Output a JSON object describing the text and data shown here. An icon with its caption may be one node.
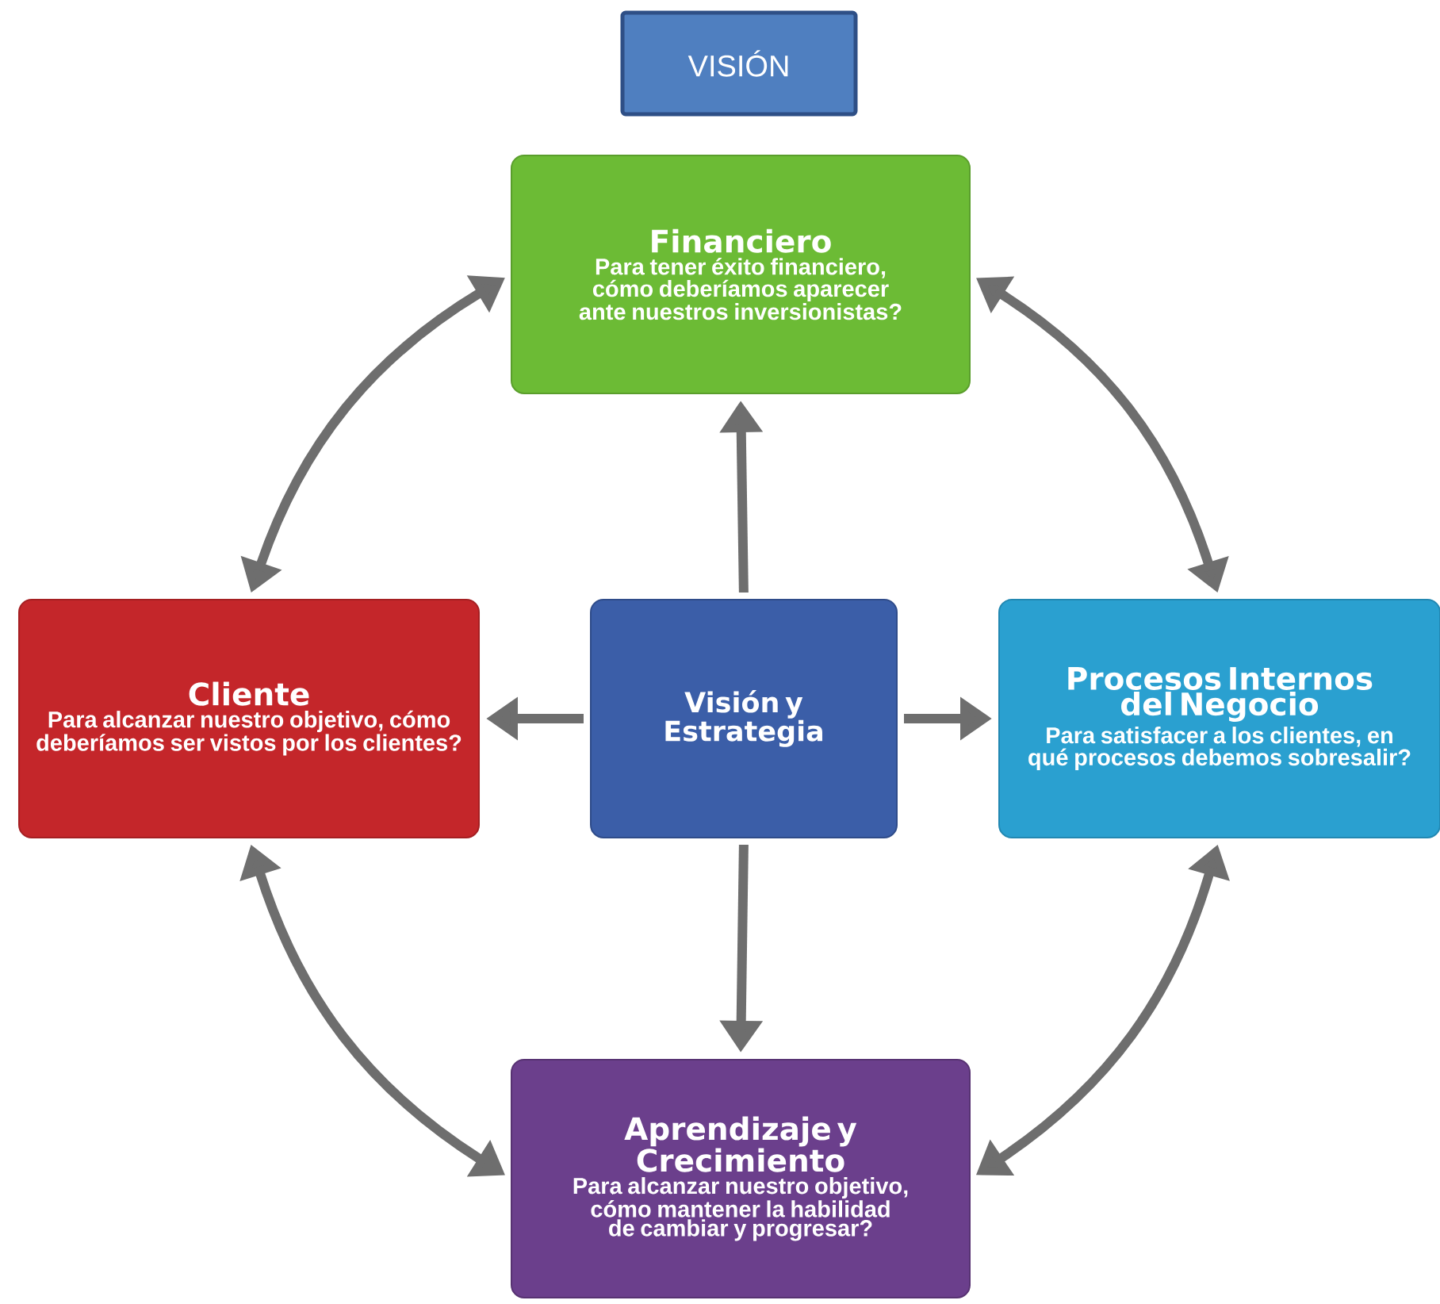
{
  "diagram": {
    "nodes": [
      {
        "text": [
          "VISIÓN"
        ]
      },
      {
        "text": [
          "Financiero",
          "Para tener éxito financiero, cómo deberíamos aparecer ante nuestros inversionistas?"
        ]
      },
      {
        "text": [
          "Cliente",
          "Para alcanzar nuestro objetivo, cómo deberíamos ser vistos por los clientes?"
        ]
      },
      {
        "text": [
          "Visión y Estrategia"
        ]
      },
      {
        "text": [
          "Procesos Internos del Negocio",
          "Para satisfacer a los clientes, en qué procesos debemos sobresalir?"
        ]
      },
      {
        "text": [
          "Aprendizaje y Crecimiento",
          "Para alcanzar nuestro objetivo, cómo mantener la habilidad de cambiar y progresar?"
        ]
      }
    ],
    "edges": [
      {
        "from": 3,
        "to": 1,
        "arrow": "to"
      },
      {
        "from": 3,
        "to": 2,
        "arrow": "to"
      },
      {
        "from": 3,
        "to": 4,
        "arrow": "to"
      },
      {
        "from": 3,
        "to": 5,
        "arrow": "to"
      },
      {
        "from": 1,
        "to": 2,
        "arrow": "both"
      },
      {
        "from": 1,
        "to": 4,
        "arrow": "both"
      },
      {
        "from": 2,
        "to": 5,
        "arrow": "both"
      },
      {
        "from": 4,
        "to": 5,
        "arrow": "both"
      }
    ]
  }
}
